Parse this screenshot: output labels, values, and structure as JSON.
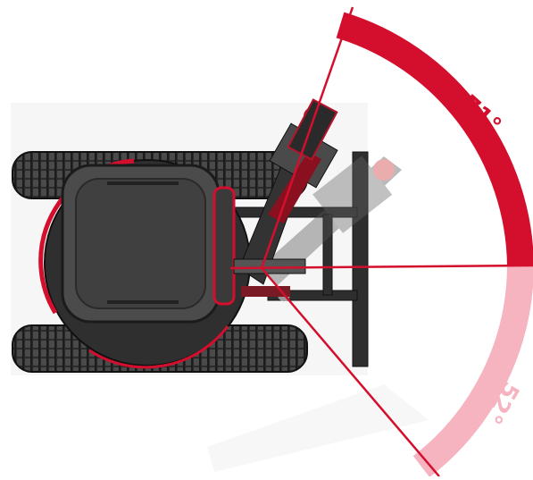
{
  "diagram": {
    "angles": [
      {
        "value": 71,
        "label": "71°",
        "color": "#d40f2e"
      },
      {
        "value": 52,
        "label": "52°",
        "color": "#f6b3c0"
      }
    ],
    "colors": {
      "accent": "#d40f2e",
      "accent_light": "#f6b3c0",
      "machine_body": "#3a3a3a",
      "machine_dark": "#1c1c1c",
      "track": "#2a2a2a"
    },
    "icons": [
      "excavator-top-view",
      "boom-arm",
      "swing-arc"
    ]
  }
}
